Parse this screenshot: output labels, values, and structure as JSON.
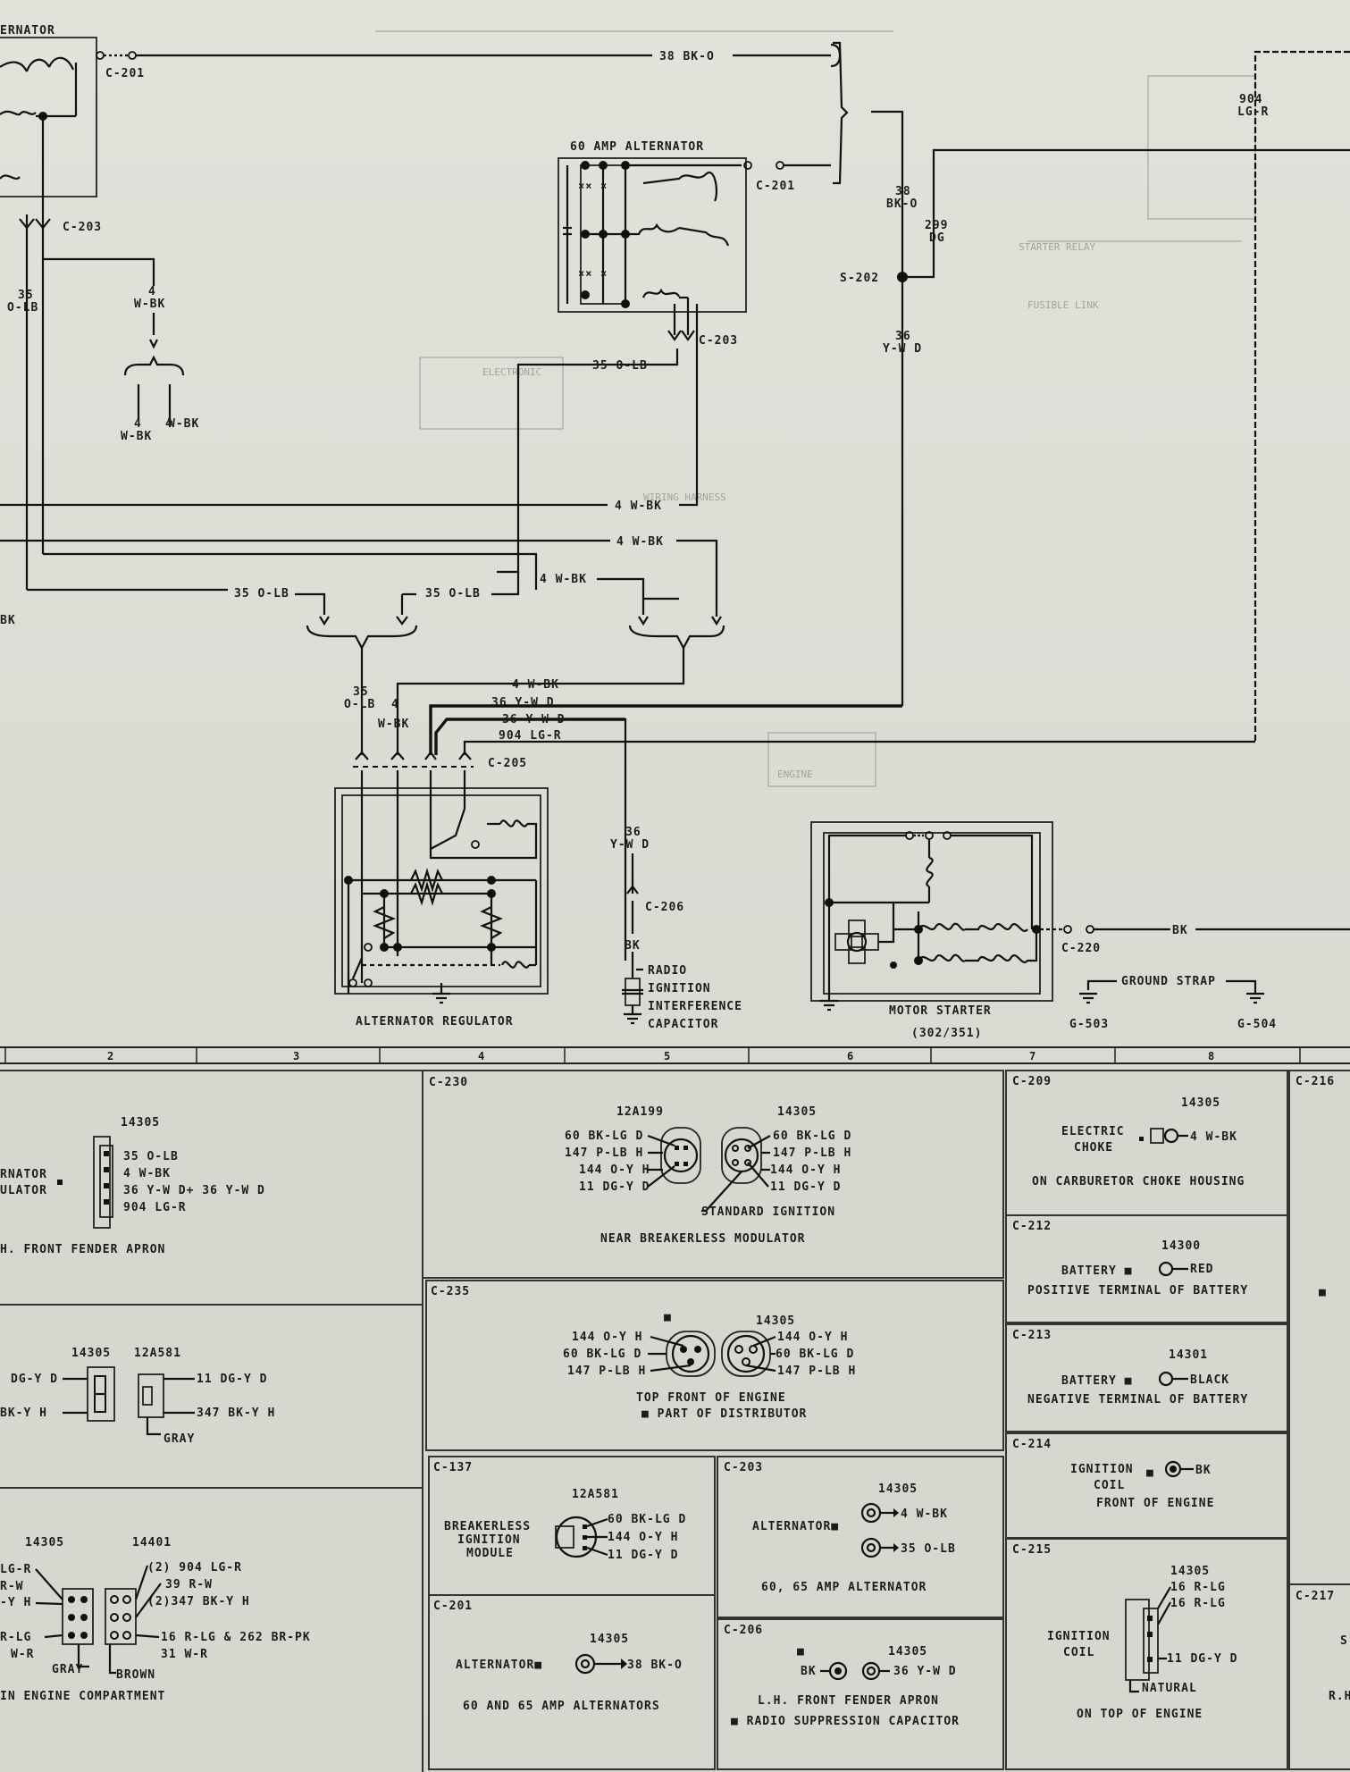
{
  "top": {
    "alternator_left_title": "ERNATOR",
    "alternator_60_title": "60 AMP ALTERNATOR",
    "regulator_title": "ALTERNATOR REGULATOR",
    "starter_title": "MOTOR STARTER",
    "starter_sub": "(302/351)",
    "capacitor_lines": [
      "RADIO",
      "IGNITION",
      "INTERFERENCE",
      "CAPACITOR"
    ],
    "connectors": {
      "c201a": "C-201",
      "c203a": "C-203",
      "c201b": "C-201",
      "c203b": "C-203",
      "s202": "S-202",
      "c205": "C-205",
      "c206": "C-206",
      "c220": "C-220",
      "g503": "G-503",
      "g504": "G-504"
    },
    "wires": {
      "w38_top": "38 BK-O",
      "w38": "38",
      "w38c": "BK-O",
      "w299": "299",
      "w299c": "DG",
      "w904": "904",
      "w904c": "LG-R",
      "w36": "36",
      "w36c": "Y-W D",
      "w35a": "35",
      "w35ac": "O-LB",
      "w4a": "4",
      "w4ac": "W-BK",
      "w4b": "4",
      "w4bc": "W-BK",
      "w4c": "4",
      "w4cc": "W-BK",
      "w35_mid": "35 O-LB",
      "w4_h1": "4 W-BK",
      "w4_h2": "4 W-BK",
      "w4_h3": "4 W-BK",
      "w35_h1": "35 O-LB",
      "w35_h2": "35 O-LB",
      "w4_reg": "4 W-BK",
      "w36_reg1": "36 Y-W D",
      "w36_reg2": "36 Y-W D",
      "w904_reg": "904 LG-R",
      "w35_reg": "35",
      "w35_regc": "O-LB",
      "w4_reg2": "4",
      "w4_reg2c": "W-BK",
      "w36_cap": "36",
      "w36_capc": "Y-W D",
      "bk_cap": "BK",
      "bk_starter": "BK",
      "ground_strap": "GROUND STRAP",
      "bk_left": "BK"
    }
  },
  "grid_numbers": [
    "2",
    "3",
    "4",
    "5",
    "6",
    "7",
    "8"
  ],
  "panels": {
    "left1": {
      "part": "14305",
      "comp1": "RNATOR",
      "comp2": "ULATOR",
      "pins": [
        "35 O-LB",
        "4 W-BK",
        "36 Y-W D+ 36 Y-W D",
        "904 LG-R"
      ],
      "location": "H. FRONT FENDER APRON"
    },
    "left2": {
      "part_a": "14305",
      "part_b": "12A581",
      "left_pins": [
        "DG-Y D",
        "BK-Y H"
      ],
      "right_pins": [
        "11 DG-Y D",
        "347 BK-Y H"
      ],
      "color": "GRAY"
    },
    "left3": {
      "part_a": "14305",
      "part_b": "14401",
      "left_pins": [
        "LG-R",
        "R-W",
        "-Y H",
        "R-LG",
        "W-R"
      ],
      "right_pins": [
        "(2) 904 LG-R",
        "39 R-W",
        "(2)347 BK-Y H",
        "16 R-LG & 262 BR-PK",
        "31 W-R"
      ],
      "color_a": "GRAY",
      "color_b": "BROWN",
      "location": "IN ENGINE COMPARTMENT"
    },
    "c230": {
      "id": "C-230",
      "part_a": "12A199",
      "part_b": "14305",
      "left_pins": [
        "60 BK-LG D",
        "147 P-LB H",
        "144 O-Y H",
        "11 DG-Y D"
      ],
      "right_pins": [
        "60 BK-LG D",
        "147 P-LB H",
        "144 O-Y H",
        "11 DG-Y D"
      ],
      "note": "STANDARD IGNITION",
      "location": "NEAR BREAKERLESS MODULATOR"
    },
    "c235": {
      "id": "C-235",
      "part": "14305",
      "mark": "■",
      "left_pins": [
        "144 O-Y H",
        "60 BK-LG D",
        "147 P-LB H"
      ],
      "right_pins": [
        "144 O-Y H",
        "60 BK-LG D",
        "147 P-LB H"
      ],
      "location1": "TOP FRONT OF ENGINE",
      "location2": "■ PART OF DISTRIBUTOR"
    },
    "c137": {
      "id": "C-137",
      "part": "12A581",
      "comp": [
        "BREAKERLESS",
        "IGNITION",
        "MODULE"
      ],
      "pins": [
        "60 BK-LG D",
        "144 O-Y H",
        "11 DG-Y D"
      ]
    },
    "c203": {
      "id": "C-203",
      "part": "14305",
      "comp": "ALTERNATOR■",
      "pins": [
        "4 W-BK",
        "35 O-LB"
      ],
      "location": "60, 65 AMP ALTERNATOR"
    },
    "c201": {
      "id": "C-201",
      "part": "14305",
      "comp": "ALTERNATOR■",
      "pin": "38 BK-O",
      "location": "60 AND 65 AMP ALTERNATORS"
    },
    "c206": {
      "id": "C-206",
      "part": "14305",
      "mark": "■",
      "left": "BK",
      "right": "36 Y-W D",
      "location1": "L.H. FRONT FENDER APRON",
      "location2": "■ RADIO SUPPRESSION CAPACITOR"
    },
    "c209": {
      "id": "C-209",
      "part": "14305",
      "comp": [
        "ELECTRIC",
        "CHOKE"
      ],
      "pin": "4 W-BK",
      "location": "ON CARBURETOR CHOKE HOUSING"
    },
    "c212": {
      "id": "C-212",
      "part": "14300",
      "comp": "BATTERY ■",
      "pin": "RED",
      "location": "POSITIVE TERMINAL OF BATTERY"
    },
    "c213": {
      "id": "C-213",
      "part": "14301",
      "comp": "BATTERY ■",
      "pin": "BLACK",
      "location": "NEGATIVE TERMINAL OF BATTERY"
    },
    "c214": {
      "id": "C-214",
      "comp": [
        "IGNITION",
        "COIL"
      ],
      "mark": "■",
      "pin": "BK",
      "location": "FRONT OF ENGINE"
    },
    "c215": {
      "id": "C-215",
      "part": "14305",
      "comp": [
        "IGNITION",
        "COIL"
      ],
      "pins": [
        "16 R-LG",
        "16 R-LG",
        "11 DG-Y D"
      ],
      "color": "NATURAL",
      "location": "ON TOP OF ENGINE"
    },
    "c216": {
      "id": "C-216",
      "mark": "■"
    },
    "c217": {
      "id": "C-217",
      "frag": [
        "S",
        "R.H"
      ]
    }
  }
}
